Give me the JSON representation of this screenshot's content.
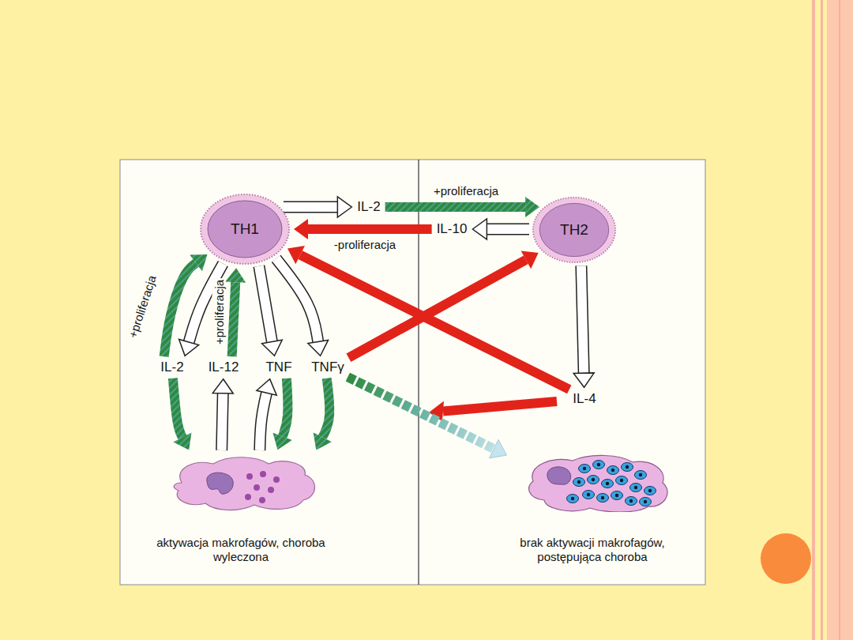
{
  "diagram": {
    "nodes": [
      {
        "text": [
          "TH1"
        ]
      },
      {
        "text": [
          "IL-2"
        ]
      },
      {
        "text": [
          "TH2"
        ]
      },
      {
        "text": [
          "IL-10"
        ]
      },
      {
        "text": [
          "IL-2"
        ]
      },
      {
        "text": [
          "IL-12"
        ]
      },
      {
        "text": [
          "TNF"
        ]
      },
      {
        "text": [
          "TNFγ"
        ]
      },
      {
        "text": [
          "IL-4"
        ]
      },
      {
        "text": [
          "aktywacja makrofagów, choroba wyleczona"
        ]
      },
      {
        "text": [
          "brak aktywacji makrofagów, postępująca choroba"
        ]
      }
    ],
    "edges": [
      {
        "from": 0,
        "to": 1,
        "arrow": "to"
      },
      {
        "from": 1,
        "to": 2,
        "label": "+proliferacja",
        "arrow": "to"
      },
      {
        "from": 2,
        "to": 3,
        "arrow": "to"
      },
      {
        "from": 3,
        "to": 0,
        "label": "-proliferacja",
        "arrow": "to"
      },
      {
        "from": 0,
        "to": 4,
        "arrow": "to"
      },
      {
        "from": 4,
        "to": 0,
        "label": "+proliferacja",
        "arrow": "to"
      },
      {
        "from": 5,
        "to": 0,
        "label": "+proliferacja",
        "arrow": "to"
      },
      {
        "from": 0,
        "to": 6,
        "arrow": "to"
      },
      {
        "from": 0,
        "to": 7,
        "arrow": "to"
      },
      {
        "from": 4,
        "to": 9,
        "arrow": "to"
      },
      {
        "from": 9,
        "to": 5,
        "arrow": "to"
      },
      {
        "from": 9,
        "to": 6,
        "arrow": "to"
      },
      {
        "from": 6,
        "to": 9,
        "arrow": "to"
      },
      {
        "from": 7,
        "to": 9,
        "arrow": "to"
      },
      {
        "from": 7,
        "to": 2,
        "arrow": "to"
      },
      {
        "from": 8,
        "to": 0,
        "arrow": "to"
      },
      {
        "from": 2,
        "to": 8,
        "arrow": "to"
      },
      {
        "from": 7,
        "to": 10,
        "arrow": "to"
      }
    ]
  }
}
